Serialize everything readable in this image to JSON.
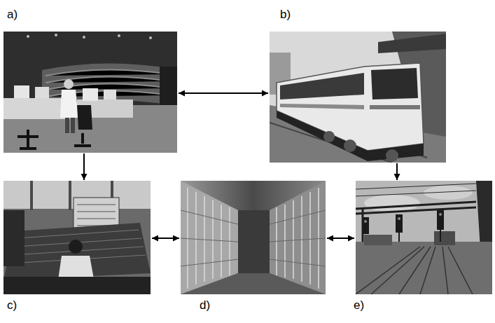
{
  "diagram": {
    "nodes": [
      {
        "text": [
          "a)"
        ]
      },
      {
        "text": [
          "b)"
        ]
      },
      {
        "text": [
          "c)"
        ]
      },
      {
        "text": [
          "d)"
        ]
      },
      {
        "text": [
          "e)"
        ]
      }
    ],
    "edges": [
      {
        "from": 0,
        "to": 1,
        "arrow": "both"
      },
      {
        "from": 0,
        "to": 2,
        "arrow": "to"
      },
      {
        "from": 1,
        "to": 4,
        "arrow": "to"
      },
      {
        "from": 2,
        "to": 3,
        "arrow": "both"
      },
      {
        "from": 3,
        "to": 4,
        "arrow": "both"
      }
    ]
  }
}
